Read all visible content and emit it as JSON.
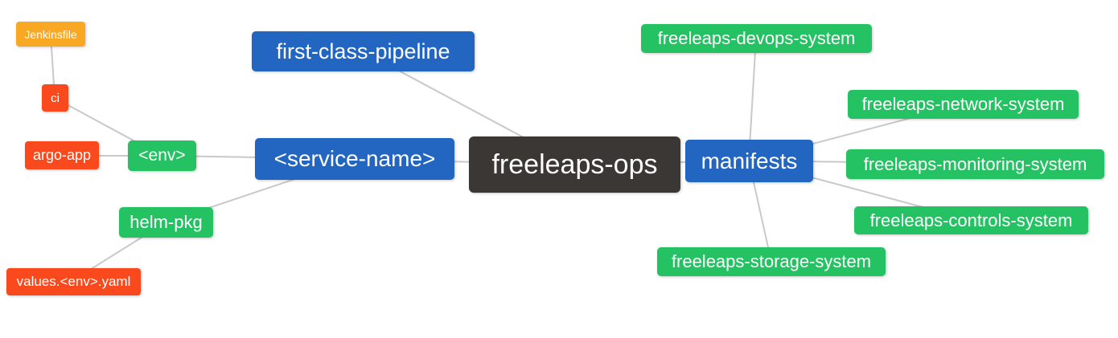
{
  "diagram": {
    "type": "mindmap",
    "center_node": "freeleaps-ops",
    "colors": {
      "blue": "#2266C2",
      "green": "#25C263",
      "orange": "#F9A824",
      "red": "#F9491D",
      "dark": "#3B3735",
      "edge": "#C9C9C9",
      "text": "#FFFFFF",
      "background": "#FFFFFF"
    },
    "nodes": {
      "jenkinsfile": {
        "label": "Jenkinsfile",
        "color": "#F9A824"
      },
      "ci": {
        "label": "ci",
        "color": "#F9491D"
      },
      "argo_app": {
        "label": "argo-app",
        "color": "#F9491D"
      },
      "env": {
        "label": "<env>",
        "color": "#25C263"
      },
      "first_class_pipeline": {
        "label": "first-class-pipeline",
        "color": "#2266C2"
      },
      "service_name": {
        "label": "<service-name>",
        "color": "#2266C2"
      },
      "freeleaps_ops": {
        "label": "freeleaps-ops",
        "color": "#3B3735"
      },
      "manifests": {
        "label": "manifests",
        "color": "#2266C2"
      },
      "devops_system": {
        "label": "freeleaps-devops-system",
        "color": "#25C263"
      },
      "network_system": {
        "label": "freeleaps-network-system",
        "color": "#25C263"
      },
      "monitoring_system": {
        "label": "freeleaps-monitoring-system",
        "color": "#25C263"
      },
      "controls_system": {
        "label": "freeleaps-controls-system",
        "color": "#25C263"
      },
      "storage_system": {
        "label": "freeleaps-storage-system",
        "color": "#25C263"
      },
      "helm_pkg": {
        "label": "helm-pkg",
        "color": "#25C263"
      },
      "values_env_yaml": {
        "label": "values.<env>.yaml",
        "color": "#F9491D"
      }
    },
    "edges": [
      [
        "jenkinsfile",
        "ci"
      ],
      [
        "ci",
        "env"
      ],
      [
        "argo_app",
        "env"
      ],
      [
        "env",
        "service_name"
      ],
      [
        "helm_pkg",
        "service_name"
      ],
      [
        "values_env_yaml",
        "helm_pkg"
      ],
      [
        "service_name",
        "freeleaps_ops"
      ],
      [
        "first_class_pipeline",
        "freeleaps_ops"
      ],
      [
        "freeleaps_ops",
        "manifests"
      ],
      [
        "manifests",
        "devops_system"
      ],
      [
        "manifests",
        "network_system"
      ],
      [
        "manifests",
        "monitoring_system"
      ],
      [
        "manifests",
        "controls_system"
      ],
      [
        "manifests",
        "storage_system"
      ]
    ]
  }
}
